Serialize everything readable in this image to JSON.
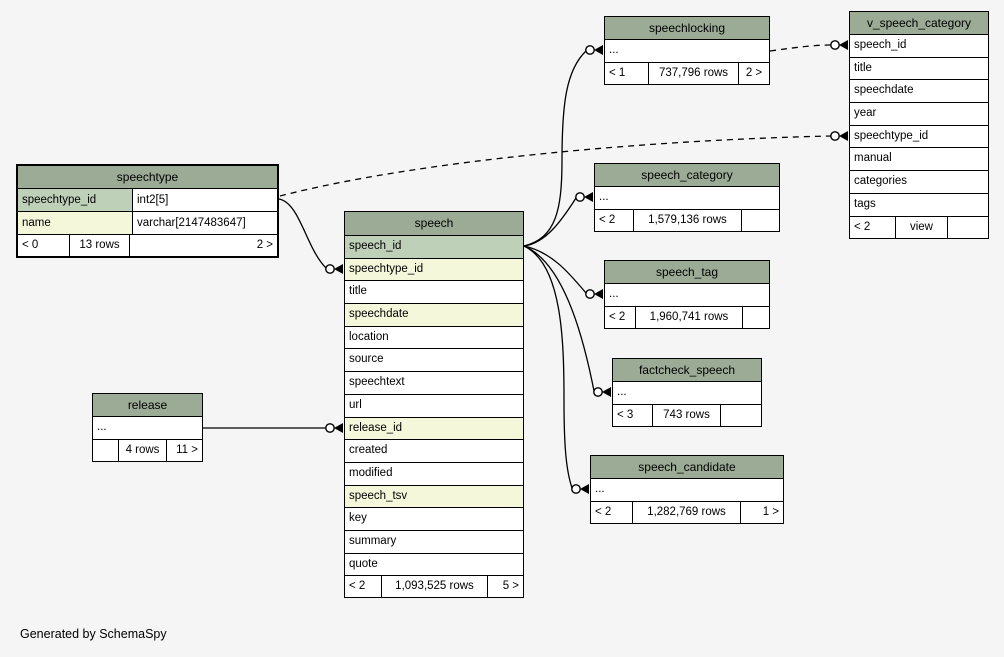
{
  "app": {
    "credit": "Generated by SchemaSpy"
  },
  "colors": {
    "header": "#9bab96",
    "primary_key": "#bed1b8",
    "indexed": "#f4f7da",
    "background": "#f5f5f5"
  },
  "tables": {
    "speechtype": {
      "title": "speechtype",
      "columns": [
        {
          "name": "speechtype_id",
          "type": "int2[5]"
        },
        {
          "name": "name",
          "type": "varchar[2147483647]"
        }
      ],
      "footer": {
        "left": "< 0",
        "mid": "13 rows",
        "right": "2 >"
      }
    },
    "release": {
      "title": "release",
      "ellipsis": "...",
      "footer": {
        "left": "",
        "mid": "4 rows",
        "right": "11 >"
      }
    },
    "speech": {
      "title": "speech",
      "columns": [
        "speech_id",
        "speechtype_id",
        "title",
        "speechdate",
        "location",
        "source",
        "speechtext",
        "url",
        "release_id",
        "created",
        "modified",
        "speech_tsv",
        "key",
        "summary",
        "quote"
      ],
      "footer": {
        "left": "< 2",
        "mid": "1,093,525 rows",
        "right": "5 >"
      }
    },
    "speechlocking": {
      "title": "speechlocking",
      "ellipsis": "...",
      "footer": {
        "left": "< 1",
        "mid": "737,796 rows",
        "right": "2 >"
      }
    },
    "speech_category": {
      "title": "speech_category",
      "ellipsis": "...",
      "footer": {
        "left": "< 2",
        "mid": "1,579,136 rows",
        "right": ""
      }
    },
    "speech_tag": {
      "title": "speech_tag",
      "ellipsis": "...",
      "footer": {
        "left": "< 2",
        "mid": "1,960,741 rows",
        "right": ""
      }
    },
    "factcheck_speech": {
      "title": "factcheck_speech",
      "ellipsis": "...",
      "footer": {
        "left": "< 3",
        "mid": "743 rows",
        "right": ""
      }
    },
    "speech_candidate": {
      "title": "speech_candidate",
      "ellipsis": "...",
      "footer": {
        "left": "< 2",
        "mid": "1,282,769 rows",
        "right": "1 >"
      }
    },
    "v_speech_category": {
      "title": "v_speech_category",
      "columns": [
        "speech_id",
        "title",
        "speechdate",
        "year",
        "speechtype_id",
        "manual",
        "categories",
        "tags"
      ],
      "footer": {
        "left": "< 2",
        "mid": "view",
        "right": ""
      }
    }
  },
  "relations": [
    {
      "from": "speechtype.speechtype_id",
      "to": "speech.speechtype_id",
      "style": "solid"
    },
    {
      "from": "release",
      "to": "speech.release_id",
      "style": "solid"
    },
    {
      "from": "speech.speech_id",
      "to": "speechlocking",
      "style": "solid"
    },
    {
      "from": "speech.speech_id",
      "to": "speech_category",
      "style": "solid"
    },
    {
      "from": "speech.speech_id",
      "to": "speech_tag",
      "style": "solid"
    },
    {
      "from": "speech.speech_id",
      "to": "factcheck_speech",
      "style": "solid"
    },
    {
      "from": "speech.speech_id",
      "to": "speech_candidate",
      "style": "solid"
    },
    {
      "from": "speechtype",
      "to": "v_speech_category.speechtype_id",
      "style": "dashed"
    },
    {
      "from": "speechlocking",
      "to": "v_speech_category.speech_id",
      "style": "dashed"
    }
  ]
}
